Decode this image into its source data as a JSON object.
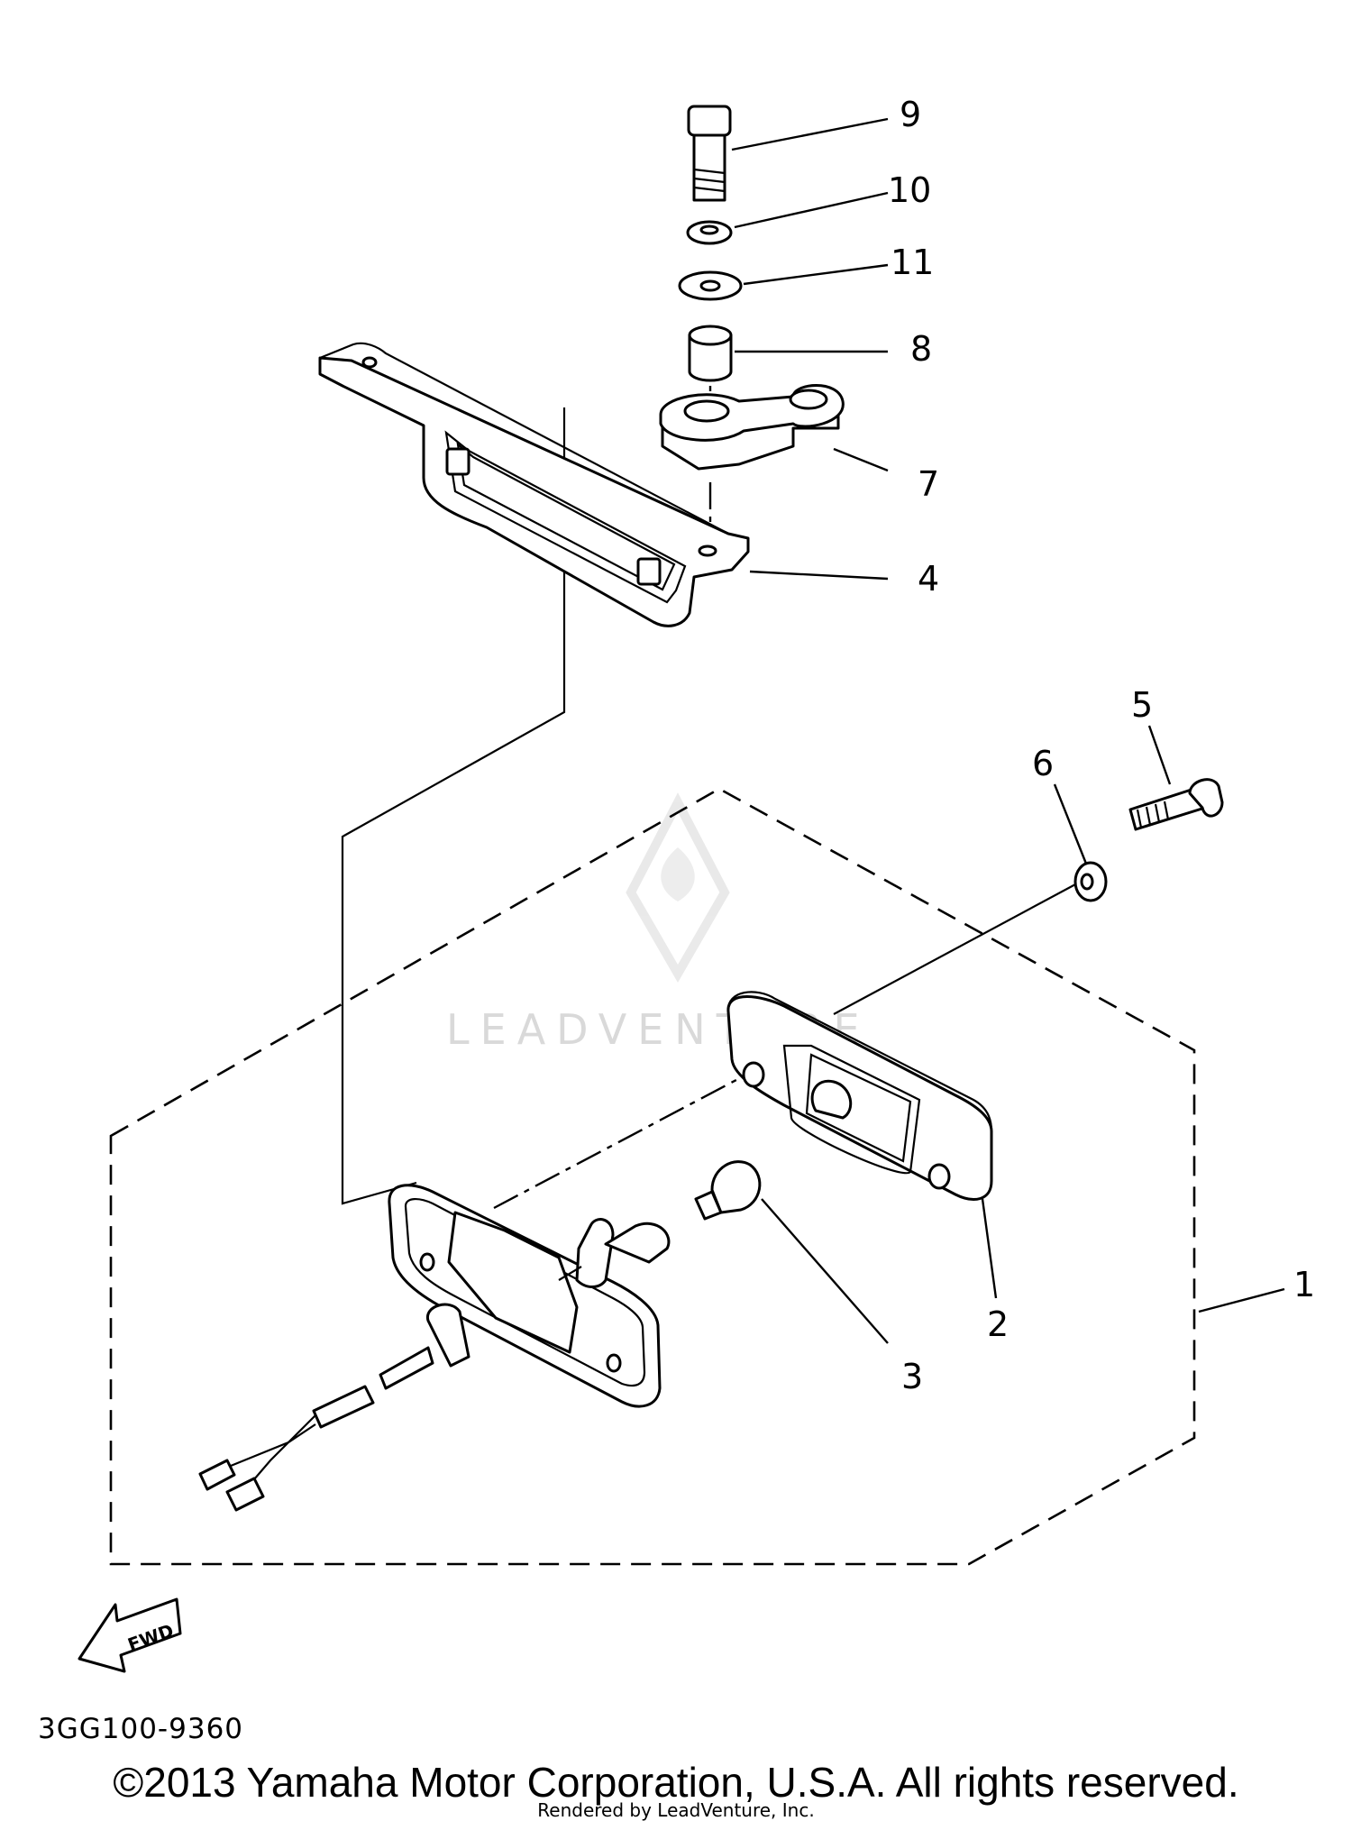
{
  "diagram": {
    "callouts": [
      "1",
      "2",
      "3",
      "4",
      "5",
      "6",
      "7",
      "8",
      "9",
      "10",
      "11"
    ],
    "direction_label": "FWD",
    "reference_code": "3GG100-9360",
    "watermark": "LEADVENTURE"
  },
  "footer": {
    "copyright": "©2013 Yamaha Motor Corporation, U.S.A. All rights reserved.",
    "rendered_by": "Rendered by LeadVenture, Inc."
  },
  "icons": [
    "fwd-arrow-icon",
    "leadventure-logo-icon"
  ]
}
